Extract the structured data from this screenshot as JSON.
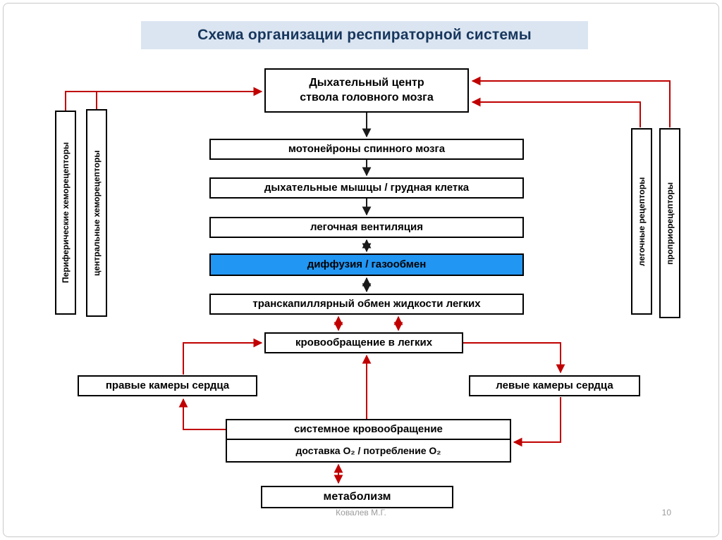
{
  "title": "Схема организации респираторной системы",
  "colors": {
    "arrow_red": "#c00000",
    "arrow_black": "#1a1a1a",
    "box_blue": "#2196f3",
    "title_bg": "#dbe5f1",
    "title_text": "#17365d"
  },
  "nodes": {
    "respiratory_center": "Дыхательный центр\nствола головного мозга",
    "motoneurons": "мотонейроны спинного мозга",
    "muscles": "дыхательные мышцы / грудная клетка",
    "ventilation": "легочная вентиляция",
    "diffusion": "диффузия / газообмен",
    "transcapillary": "транскапиллярный обмен жидкости легких",
    "lung_circulation": "кровообращение в легких",
    "right_heart": "правые камеры сердца",
    "left_heart": "левые камеры сердца",
    "systemic_circulation": "системное кровообращение",
    "o2_delivery": "доставка О₂ / потребление О₂",
    "metabolism": "метаболизм",
    "peripheral_chemoreceptors": "Периферические хеморецепторы",
    "central_chemoreceptors": "центральные хеморецепторы",
    "lung_receptors": "легочные рецепторы",
    "proprioceptors": "проприорецепторы"
  },
  "footer": {
    "author": "Ковалев М.Г.",
    "page": "10"
  }
}
